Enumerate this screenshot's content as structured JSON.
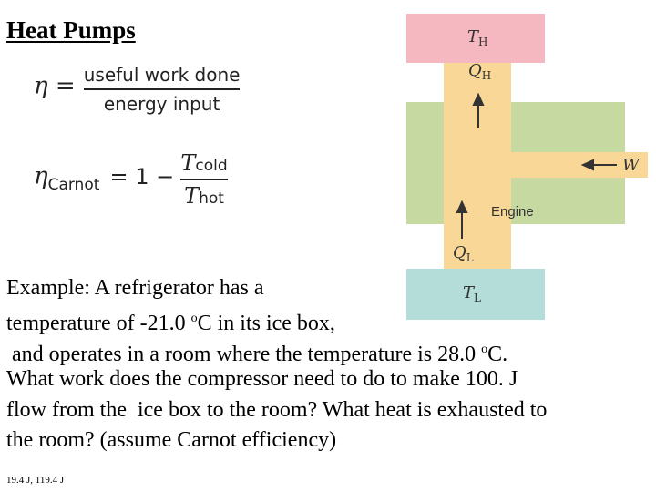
{
  "title": "Heat Pumps",
  "equation1": {
    "lhs": "η =",
    "numerator": "useful work done",
    "denominator": "energy input"
  },
  "equation2": {
    "eta": "η",
    "eta_sub": "Carnot",
    "eq_one": "= 1 −",
    "T": "T",
    "num_sub": "cold",
    "den_sub": "hot"
  },
  "diagram": {
    "labels": {
      "TH": "T",
      "TH_sub": "H",
      "QH": "Q",
      "QH_sub": "H",
      "W": "W",
      "engine": "Engine",
      "QL": "Q",
      "QL_sub": "L",
      "TL": "T",
      "TL_sub": "L"
    },
    "colors": {
      "hot_reservoir": "#f5b8c0",
      "engine_block": "#c6d9a0",
      "cold_reservoir": "#b4dcd9",
      "flow": "#f8d797"
    }
  },
  "example": {
    "line1": "Example: A refrigerator has a",
    "line2_a": "temperature of -21.0 ",
    "line2_sup": "o",
    "line2_b": "C in its ice box,",
    "line3_a": " and operates in a room where the temperature is 28.0 ",
    "line3_sup": "o",
    "line3_b": "C.",
    "line4": "What work does the compressor need to do to make 100. J",
    "line5": "flow from the  ice box to the room? What heat is exhausted to",
    "line6": "the room? (assume Carnot efficiency)"
  },
  "answer": "19.4 J, 119.4 J"
}
